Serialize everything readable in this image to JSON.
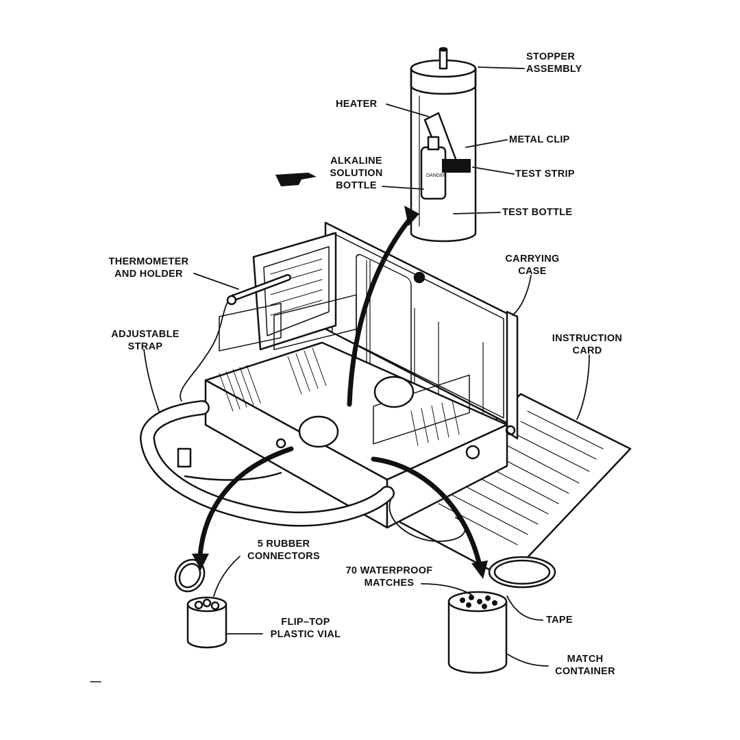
{
  "labels": {
    "stopper_assembly": [
      "STOPPER",
      "ASSEMBLY"
    ],
    "heater": "HEATER",
    "metal_clip": "METAL CLIP",
    "alkaline_solution_bottle": [
      "ALKALINE",
      "SOLUTION",
      "BOTTLE"
    ],
    "test_strip": "TEST STRIP",
    "test_bottle": "TEST BOTTLE",
    "thermometer_and_holder": [
      "THERMOMETER",
      "AND HOLDER"
    ],
    "carrying_case": [
      "CARRYING",
      "CASE"
    ],
    "adjustable_strap": [
      "ADJUSTABLE",
      "STRAP"
    ],
    "instruction_card": [
      "INSTRUCTION",
      "CARD"
    ],
    "rubber_connectors": [
      "5 RUBBER",
      "CONNECTORS"
    ],
    "waterproof_matches": [
      "70 WATERPROOF",
      "MATCHES"
    ],
    "tape": "TAPE",
    "flip_top_vial": [
      "FLIP–TOP",
      "PLASTIC VIAL"
    ],
    "match_container": [
      "MATCH",
      "CONTAINER"
    ]
  },
  "colors": {
    "ink": "#111111",
    "paper": "#ffffff"
  }
}
